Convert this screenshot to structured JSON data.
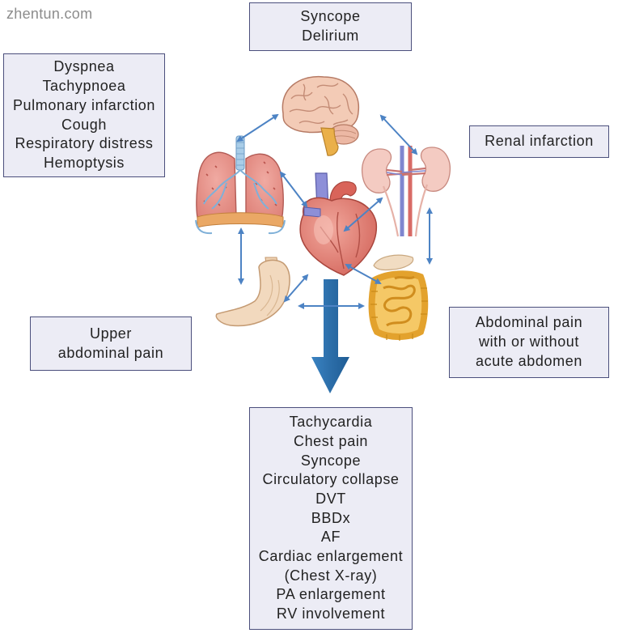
{
  "watermark": "zhentun.com",
  "boxes": {
    "brain": [
      "Syncope",
      "Delirium"
    ],
    "lung": [
      "Dyspnea",
      "Tachypnoea",
      "Pulmonary infarction",
      "Cough",
      "Respiratory distress",
      "Hemoptysis"
    ],
    "kidney": [
      "Renal infarction"
    ],
    "stomach": [
      "Upper",
      "abdominal pain"
    ],
    "intestine": [
      "Abdominal pain",
      "with or without",
      "acute abdomen"
    ],
    "heart": [
      "Tachycardia",
      "Chest pain",
      "Syncope",
      "Circulatory collapse",
      "DVT",
      "BBDx",
      "AF",
      "Cardiac enlargement",
      "(Chest X-ray)",
      "PA enlargement",
      "RV involvement"
    ]
  },
  "colors": {
    "box_fill": "#ececf5",
    "box_border": "#4b4f7c",
    "connector_arrow": "#4d83c4",
    "main_arrow": "#2c6ea9"
  }
}
